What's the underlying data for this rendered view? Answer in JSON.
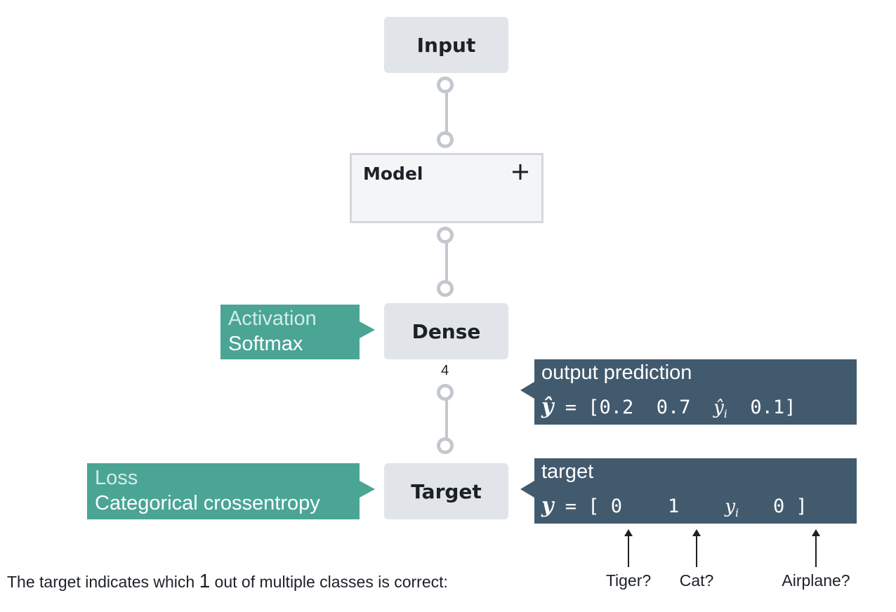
{
  "nodes": {
    "input": "Input",
    "model": "Model",
    "dense": "Dense",
    "target": "Target"
  },
  "dense_units": "4",
  "activation": {
    "label": "Activation",
    "value": "Softmax"
  },
  "loss": {
    "label": "Loss",
    "value": "Categorical crossentropy"
  },
  "output_prediction": {
    "title": "output prediction",
    "symbol": "ŷ",
    "eq": " = [",
    "values": [
      "0.2",
      "0.7",
      "0.1"
    ],
    "generic_symbol": "ŷ",
    "generic_sub": "i",
    "close": "]"
  },
  "target_vector": {
    "title": "target",
    "symbol": "y",
    "eq": " = [",
    "values": [
      "0",
      "1",
      "0"
    ],
    "generic_symbol": "y",
    "generic_sub": "i",
    "close": "]"
  },
  "note": {
    "before": "The target indicates which ",
    "highlight": "1",
    "after": " out of multiple classes is correct:"
  },
  "classes": [
    "Tiger?",
    "Cat?",
    "Airplane?"
  ]
}
